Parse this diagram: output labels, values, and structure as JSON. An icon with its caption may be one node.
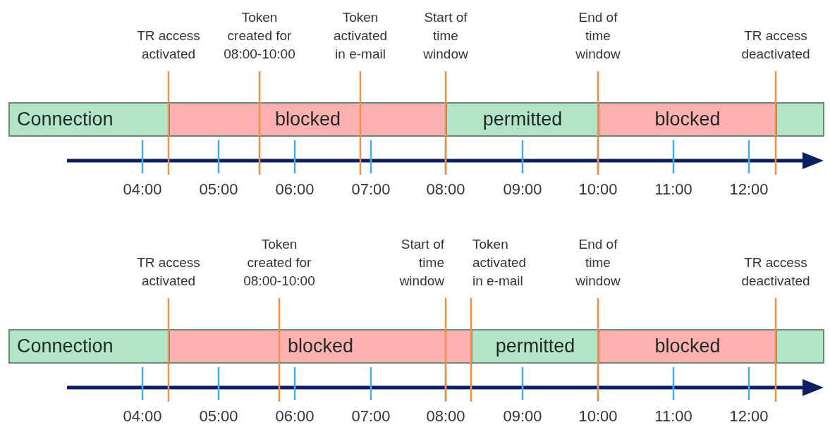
{
  "diagram": {
    "nodes": [
      {
        "text": [
          "Connection"
        ]
      },
      {
        "text": [
          "blocked"
        ]
      },
      {
        "text": [
          "permitted"
        ]
      },
      {
        "text": [
          "blocked"
        ]
      },
      {
        "text": [],
        "shape": "bar"
      },
      {
        "text": [
          "Connection"
        ]
      },
      {
        "text": [
          "blocked"
        ]
      },
      {
        "text": [
          "permitted"
        ]
      },
      {
        "text": [
          "blocked"
        ]
      },
      {
        "text": [],
        "shape": "bar"
      }
    ],
    "labels": [
      "TR access activated",
      "Token created for 08:00-10:00",
      "Token activated in e-mail",
      "Start of time window",
      "End of time window",
      "TR access deactivated",
      "04:00",
      "05:00",
      "06:00",
      "07:00",
      "08:00",
      "09:00",
      "10:00",
      "11:00",
      "12:00",
      "TR access activated",
      "Token created for 08:00-10:00",
      "Start of time window",
      "Token activated in e-mail",
      "End of time window",
      "TR access deactivated",
      "04:00",
      "05:00",
      "06:00",
      "07:00",
      "08:00",
      "09:00",
      "10:00",
      "11:00",
      "12:00"
    ]
  }
}
